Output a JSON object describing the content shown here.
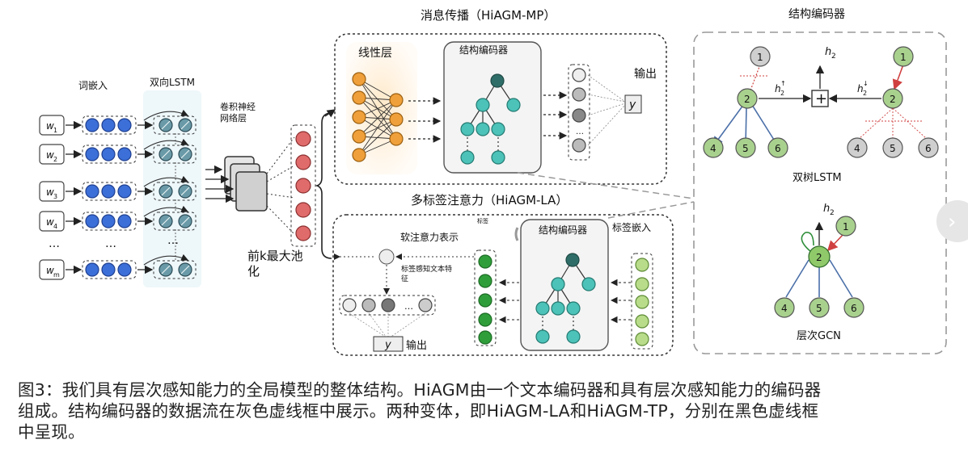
{
  "diagram": {
    "mp_title": "消息传播（HiAGM-MP）",
    "la_title": "多标签注意力（HiAGM-LA）",
    "struct_panel_title": "结构编码器",
    "word_embed": "词嵌入",
    "bilstm": "双向LSTM",
    "cnn_line1": "卷积神经",
    "cnn_line2": "网络层",
    "topk_line1": "前k最大池",
    "topk_line2": "化",
    "linear_layer": "线性层",
    "struct_enc": "结构编码器",
    "output": "输出",
    "soft_attention": "软注意力表示",
    "label_word": "标签",
    "label_aware_line1": "标签感知文本特",
    "label_aware_line2": "征",
    "label_embed": "标签嵌入",
    "bitree_lstm": "双树LSTM",
    "hier_gcn": "层次GCN",
    "y": "y",
    "h2": "h",
    "h2_sub": "2",
    "h2_up": "↑",
    "h2_down": "↓",
    "plus": "+",
    "dots": "…",
    "words": [
      {
        "w": "w",
        "sub": "1"
      },
      {
        "w": "w",
        "sub": "2"
      },
      {
        "w": "w",
        "sub": "3"
      },
      {
        "w": "w",
        "sub": "4"
      },
      {
        "w": "w",
        "sub": "m"
      }
    ],
    "node_labels": [
      "1",
      "2",
      "4",
      "5",
      "6"
    ]
  },
  "caption": {
    "line1": "图3：我们具有层次感知能力的全局模型的整体结构。HiAGM由一个文本编码器和具有层次感知能力的编码器",
    "line2": "组成。结构编码器的数据流在灰色虚线框中展示。两种变体，即HiAGM-LA和HiAGM-TP，分别在黑色虚线框",
    "line3": "中呈现。"
  },
  "nav": {
    "next_glyph": "›"
  },
  "colors": {
    "blue": "#3c6fd8",
    "orange": "#f0a03a",
    "teal": "#4cc2b8",
    "dark_teal": "#2f6e68",
    "red": "#e06b6b",
    "green": "#2f9e3a",
    "light_green": "#b8dc8a",
    "node_green": "#a9d18e",
    "node_gray": "#cfcfcf"
  }
}
